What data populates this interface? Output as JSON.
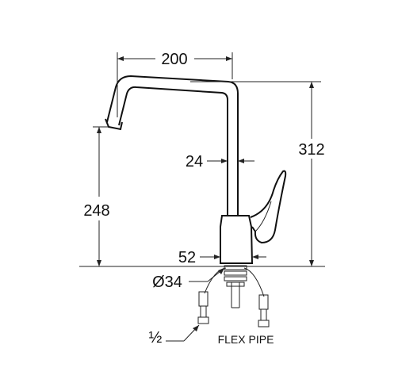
{
  "diagram": {
    "dimensions": {
      "spout_reach": "200",
      "total_height": "312",
      "spout_height": "248",
      "body_width": "24",
      "base_diameter": "52",
      "mounting_hole": "Ø34"
    },
    "labels": {
      "thread_size": "½",
      "flex_pipe": "FLEX PIPE"
    },
    "colors": {
      "line": "#222222",
      "background": "#ffffff"
    }
  }
}
